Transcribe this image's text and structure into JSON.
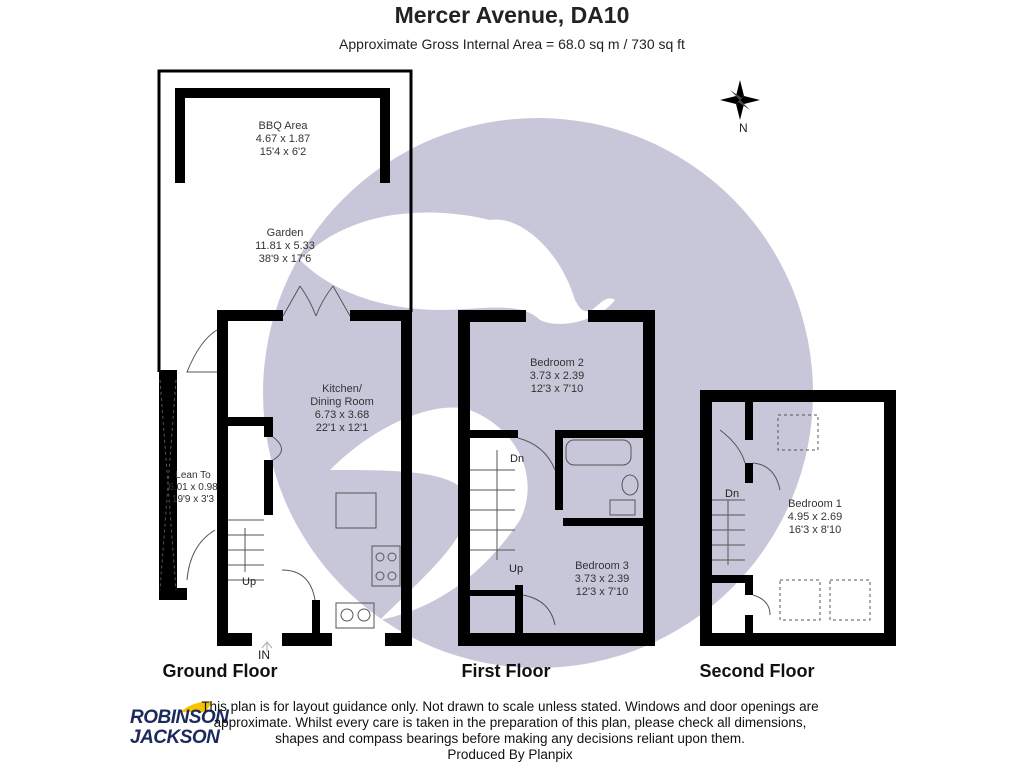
{
  "header": {
    "title": "Mercer Avenue, DA10",
    "subtitle": "Approximate Gross Internal Area = 68.0 sq m / 730 sq ft"
  },
  "compass": {
    "label": "N",
    "icon": "compass-rose-icon"
  },
  "rooms": {
    "bbq": {
      "name": "BBQ Area",
      "metric": "4.67 x 1.87",
      "imperial": "15'4 x 6'2"
    },
    "garden": {
      "name": "Garden",
      "metric": "11.81 x 5.33",
      "imperial": "38'9 x 17'6"
    },
    "kitchen": {
      "name": "Kitchen/",
      "name2": "Dining Room",
      "metric": "6.73 x 3.68",
      "imperial": "22'1 x 12'1"
    },
    "lean_to": {
      "name": "Lean To",
      "metric": "6.01 x 0.98",
      "imperial": "19'9 x 3'3"
    },
    "bedroom2": {
      "name": "Bedroom 2",
      "metric": "3.73 x 2.39",
      "imperial": "12'3 x 7'10"
    },
    "bedroom3": {
      "name": "Bedroom 3",
      "metric": "3.73 x 2.39",
      "imperial": "12'3 x 7'10"
    },
    "bedroom1": {
      "name": "Bedroom 1",
      "metric": "4.95 x 2.69",
      "imperial": "16'3 x 8'10"
    }
  },
  "stairs": {
    "up1": "Up",
    "up2": "Up",
    "dn1": "Dn",
    "dn2": "Dn",
    "entrance": "IN"
  },
  "floors": {
    "ground": "Ground Floor",
    "first": "First Floor",
    "second": "Second Floor"
  },
  "footer": {
    "disclaimer": "This plan is for layout guidance only. Not drawn to scale unless stated. Windows and door openings are approximate. Whilst every care is taken in the preparation of this plan, please check all dimensions, shapes and compass bearings before making any decisions reliant upon them.",
    "produced_by": "Produced By Planpix",
    "logo_line1": "ROBINSON",
    "logo_line2": "JACKSON"
  },
  "colors": {
    "watermark": "#c8c7d9",
    "wall": "#000000",
    "logo": "#1b2a5c",
    "logo_accent": "#f5c400"
  }
}
